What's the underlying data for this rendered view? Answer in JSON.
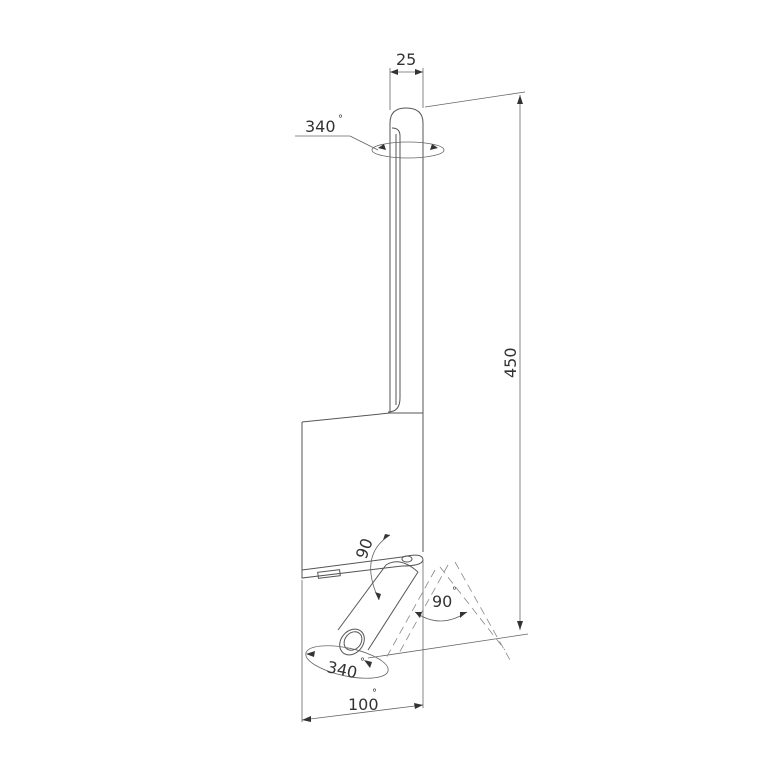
{
  "drawing": {
    "type": "technical-drawing",
    "subject": "wall lamp with adjustable spotlight",
    "dimensions": {
      "width_top": "25",
      "height": "450",
      "width_base": "100"
    },
    "rotation_labels": {
      "top_rotation": "340",
      "spot_rotation": "340",
      "spot_tilt_vertical": "90",
      "spot_tilt_horizontal": "90"
    },
    "degree_symbol": "°",
    "colors": {
      "line": "#555555",
      "background": "#ffffff",
      "text": "#333333"
    }
  }
}
